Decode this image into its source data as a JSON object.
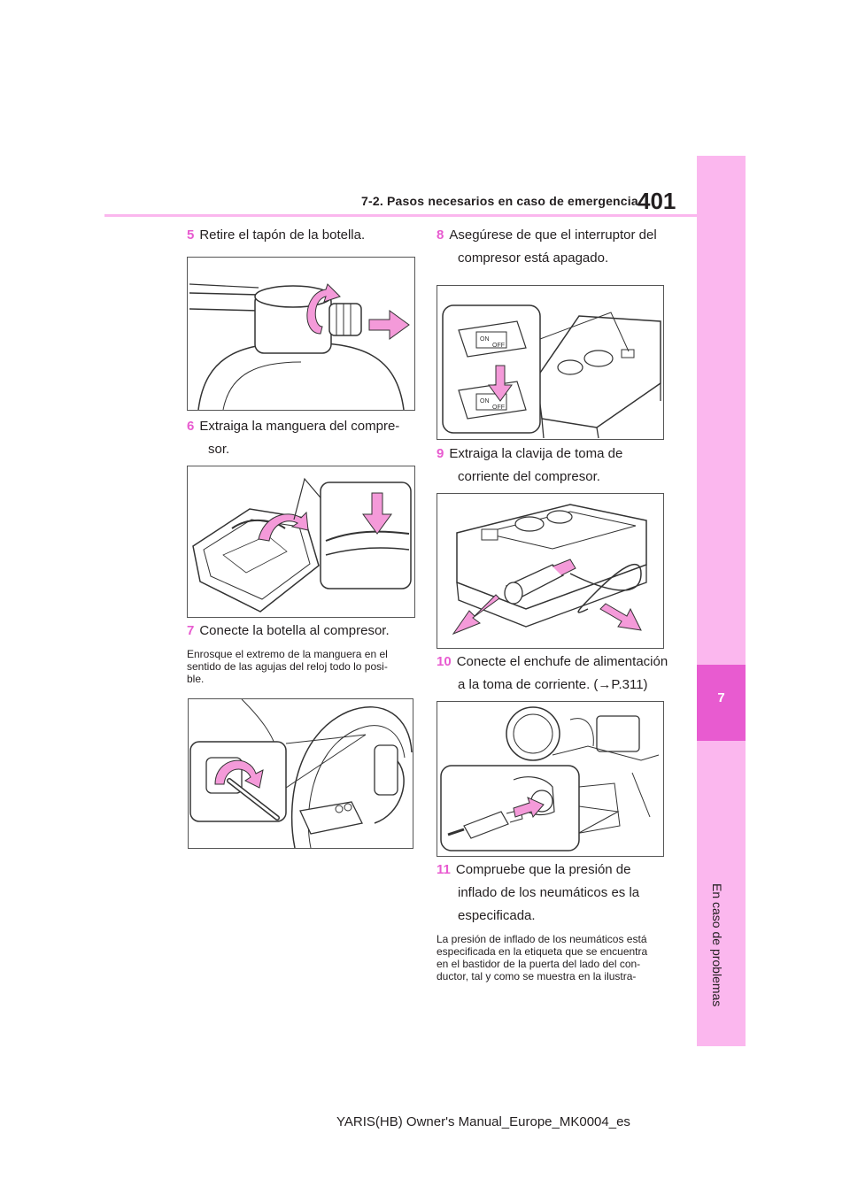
{
  "header": {
    "section_title": "7-2. Pasos necesarios en caso de emergencia",
    "page_number": "401"
  },
  "side_tab": {
    "chapter_number": "7",
    "chapter_title": "En caso de problemas"
  },
  "steps": [
    {
      "num": "5",
      "lines": [
        "Retire el tapón de la botella."
      ]
    },
    {
      "num": "6",
      "lines": [
        "Extraiga la manguera del compre-",
        "sor."
      ]
    },
    {
      "num": "7",
      "lines": [
        "Conecte la botella al compresor."
      ]
    },
    {
      "num": "8",
      "lines": [
        "Asegúrese de que el interruptor del",
        "compresor está apagado."
      ]
    },
    {
      "num": "9",
      "lines": [
        "Extraiga la clavija de toma de",
        "corriente del compresor."
      ]
    },
    {
      "num": "10",
      "lines": [
        "Conecte el enchufe de alimentación",
        "a la toma de corriente. (→P.311)"
      ]
    },
    {
      "num": "11",
      "lines": [
        "Compruebe que la presión de",
        "inflado de los neumáticos es la",
        "especificada."
      ]
    }
  ],
  "notes": {
    "step7": [
      "Enrosque el extremo de la manguera en el",
      "sentido de las agujas del reloj todo lo posi-",
      "ble."
    ],
    "step11": [
      "La presión de inflado de los neumáticos está",
      "especificada en la etiqueta que se encuentra",
      "en el bastidor de la puerta del lado del con-",
      "ductor, tal y como se muestra en la ilustra-"
    ]
  },
  "figure_labels": {
    "switch_on": "ON",
    "switch_off": "OFF"
  },
  "colors": {
    "accent": "#e85bd0",
    "tab_light": "#fbb7ee",
    "arrow_pink": "#f49ad9"
  },
  "footer": {
    "text": "YARIS(HB) Owner's Manual_Europe_MK0004_es"
  }
}
